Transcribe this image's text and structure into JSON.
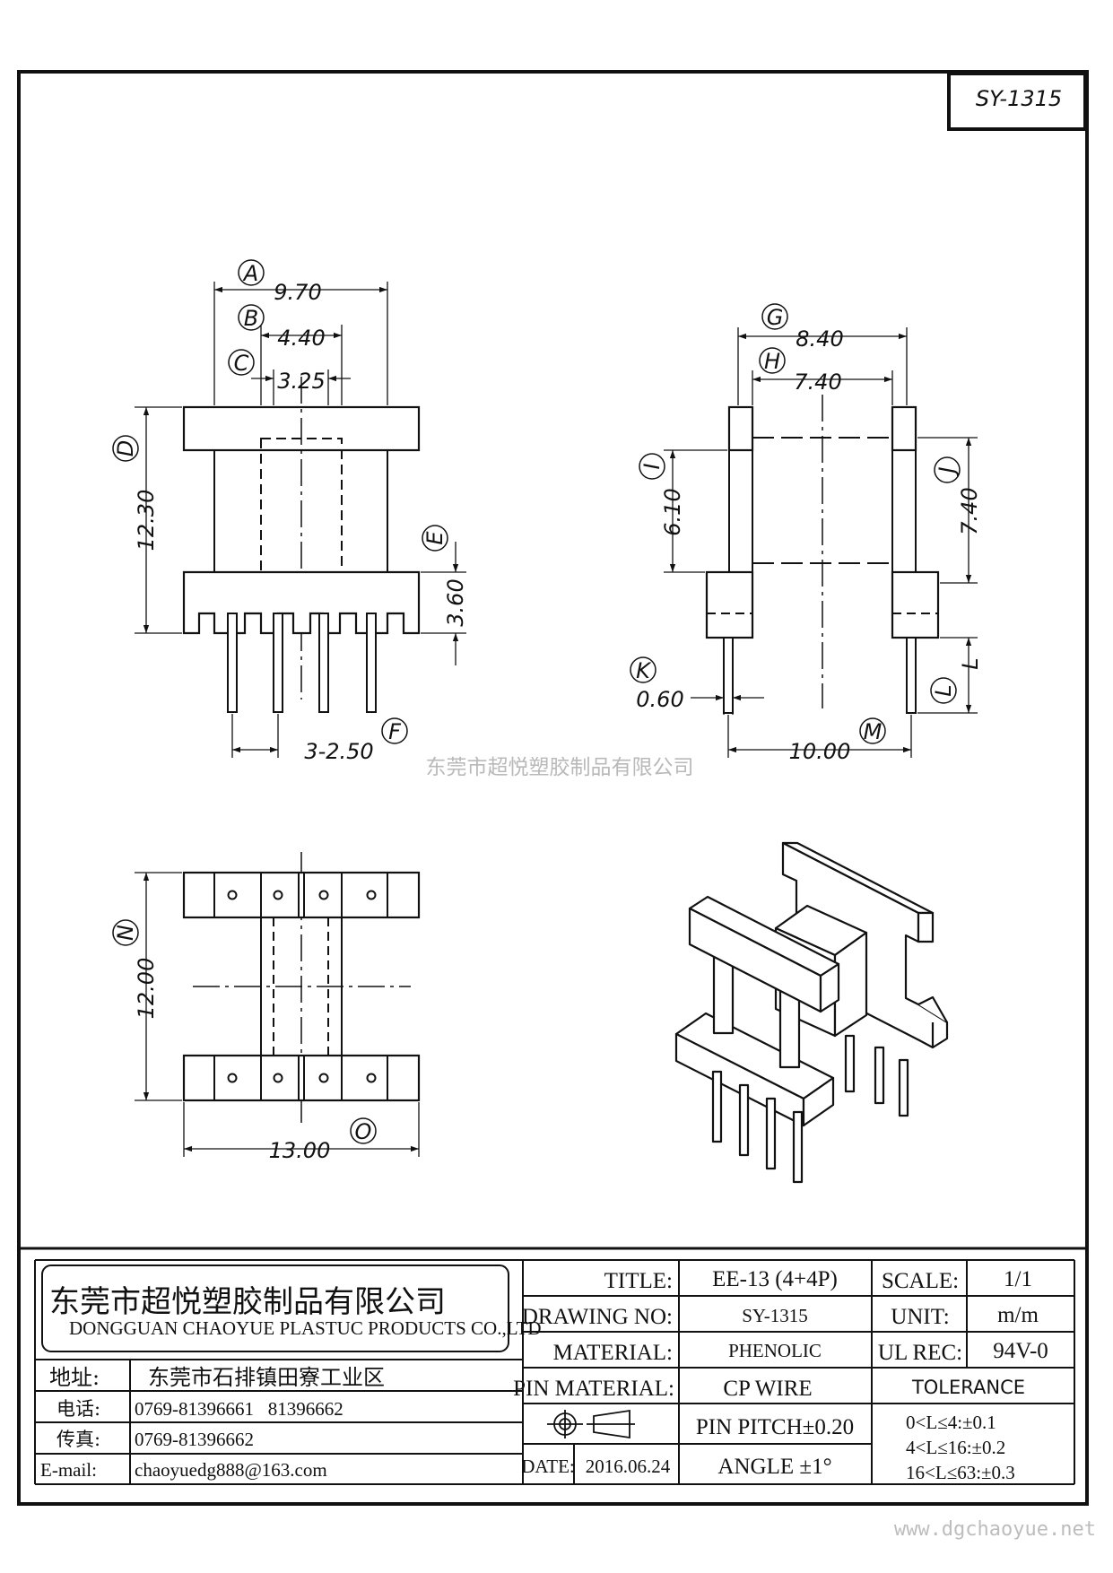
{
  "part_code": "SY-1315",
  "watermark": "东莞市超悦塑胶制品有限公司",
  "website": "www.dgchaoyue.net",
  "dimensions": {
    "A": {
      "letter": "A",
      "value": "9.70"
    },
    "B": {
      "letter": "B",
      "value": "4.40"
    },
    "C": {
      "letter": "C",
      "value": "3.25"
    },
    "D": {
      "letter": "D",
      "value": "12.30"
    },
    "E": {
      "letter": "E",
      "value": "3.60"
    },
    "F": {
      "letter": "F",
      "value": "3-2.50"
    },
    "G": {
      "letter": "G",
      "value": "8.40"
    },
    "H": {
      "letter": "H",
      "value": "7.40"
    },
    "I": {
      "letter": "I",
      "value": "6.10"
    },
    "J": {
      "letter": "J",
      "value": "7.40"
    },
    "K": {
      "letter": "K",
      "value": "0.60"
    },
    "L": {
      "letter": "L",
      "value": "L"
    },
    "M": {
      "letter": "M",
      "value": "10.00"
    },
    "N": {
      "letter": "N",
      "value": "12.00"
    },
    "O": {
      "letter": "O",
      "value": "13.00"
    }
  },
  "company": {
    "name_cn": "东莞市超悦塑胶制品有限公司",
    "name_en": "DONGGUAN CHAOYUE PLASTUC PRODUCTS CO.,LTD",
    "address_label": "地址:",
    "address": "东莞市石排镇田寮工业区",
    "phone_label": "电话:",
    "phone": "0769-81396661   81396662",
    "fax_label": "传真:",
    "fax": "0769-81396662",
    "email_label": "E-mail:",
    "email": "chaoyuedg888@163.com"
  },
  "titleblock": {
    "title_label": "TITLE:",
    "title": "EE-13 (4+4P)",
    "drawing_no_label": "DRAWING NO:",
    "drawing_no": "SY-1315",
    "material_label": "MATERIAL:",
    "material": "PHENOLIC",
    "pin_material_label": "PIN MATERIAL:",
    "pin_material": "CP WIRE",
    "pin_pitch": "PIN PITCH±0.20",
    "date_label": "DATE:",
    "date": "2016.06.24",
    "angle": "ANGLE ±1°",
    "scale_label": "SCALE:",
    "scale": "1/1",
    "unit_label": "UNIT:",
    "unit": "m/m",
    "ul_label": "UL REC:",
    "ul": "94V-0",
    "tolerance_label": "TOLERANCE",
    "tolerance_1": "0<L≤4:±0.1",
    "tolerance_2": "4<L≤16:±0.2",
    "tolerance_3": "16<L≤63:±0.3"
  }
}
